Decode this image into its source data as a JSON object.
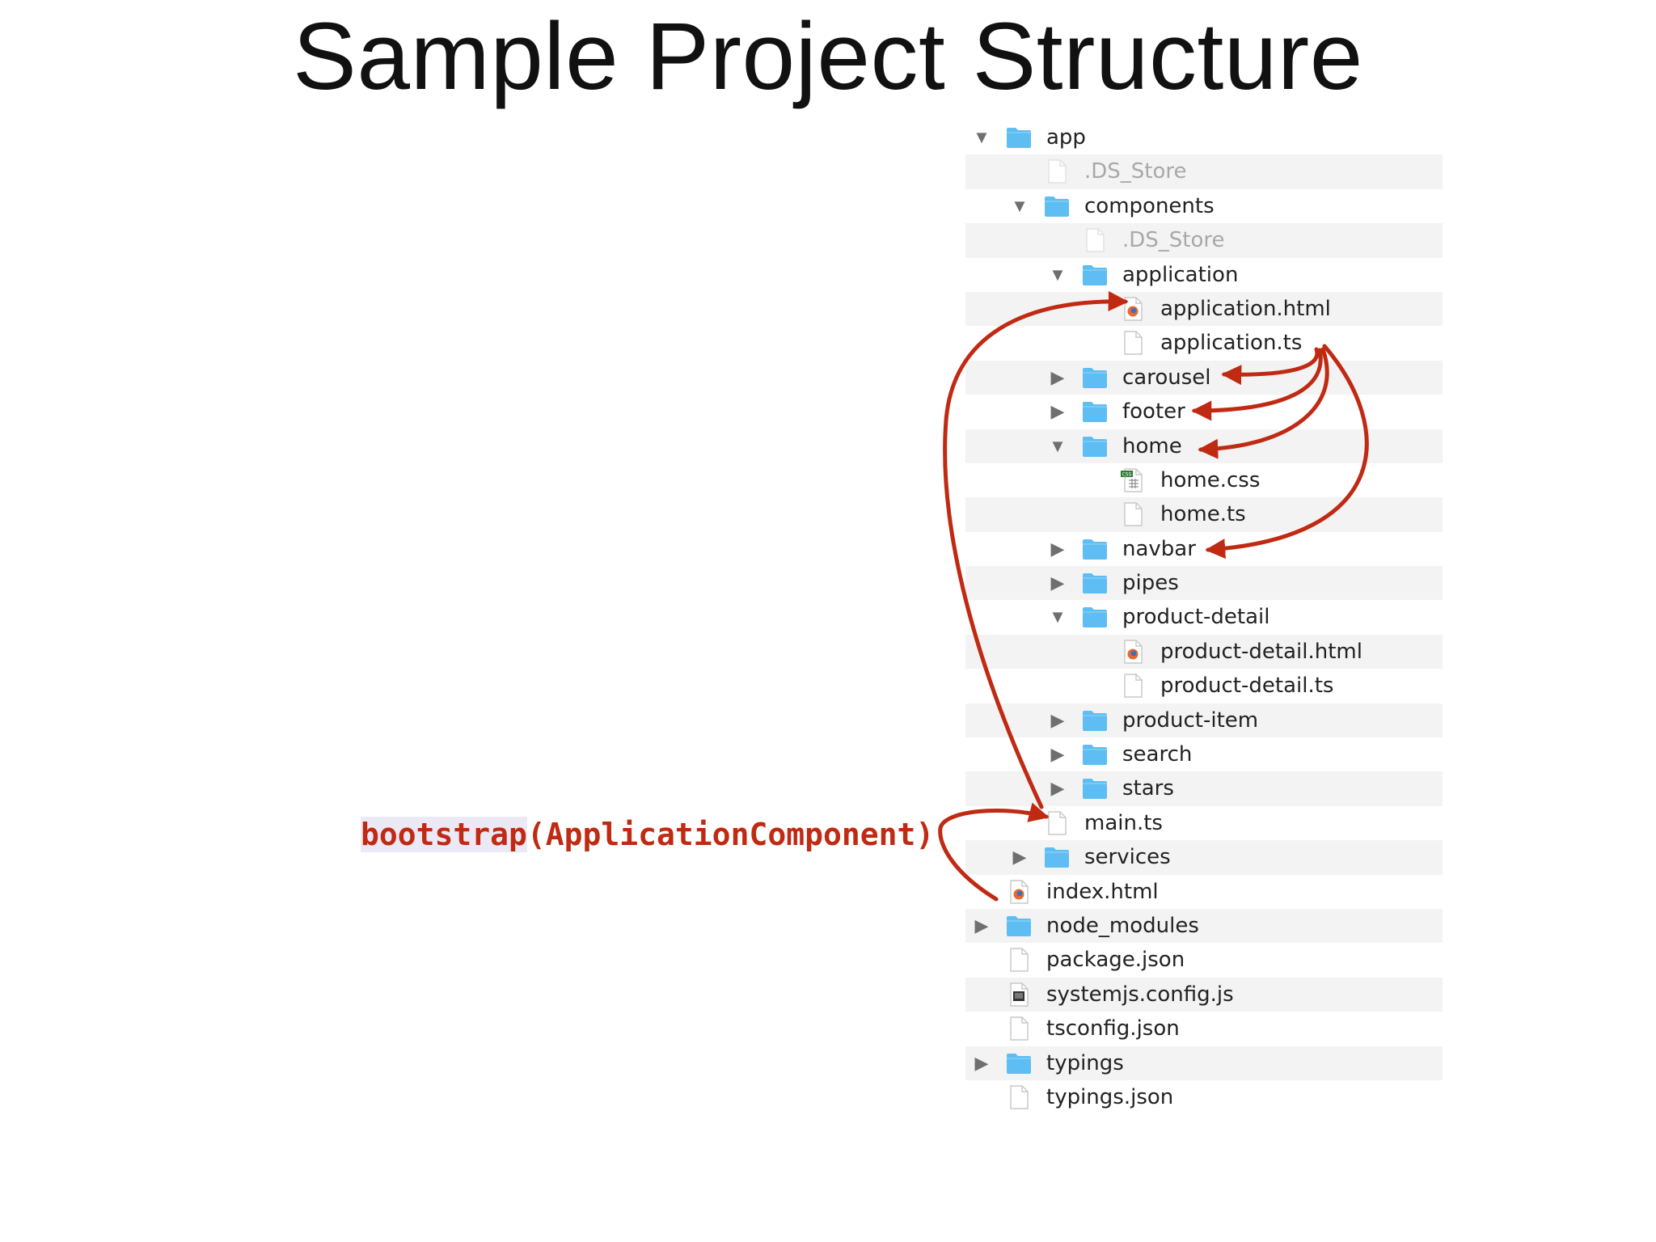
{
  "slide": {
    "title": "Sample Project Structure"
  },
  "annotation": {
    "keyword": "bootstrap",
    "args": "(ApplicationComponent)"
  },
  "colors": {
    "folder": "#5ebdf2",
    "arrow": "#c02a12",
    "stripe": "#f3f3f3",
    "ghost_text": "#a8a8a8"
  },
  "tree": [
    {
      "name": "app",
      "depth": 0,
      "kind": "folder",
      "state": "open"
    },
    {
      "name": ".DS_Store",
      "depth": 1,
      "kind": "file-hidden"
    },
    {
      "name": "components",
      "depth": 1,
      "kind": "folder",
      "state": "open"
    },
    {
      "name": ".DS_Store",
      "depth": 2,
      "kind": "file-hidden"
    },
    {
      "name": "application",
      "depth": 2,
      "kind": "folder",
      "state": "open"
    },
    {
      "name": "application.html",
      "depth": 3,
      "kind": "html"
    },
    {
      "name": "application.ts",
      "depth": 3,
      "kind": "file"
    },
    {
      "name": "carousel",
      "depth": 2,
      "kind": "folder",
      "state": "closed"
    },
    {
      "name": "footer",
      "depth": 2,
      "kind": "folder",
      "state": "closed"
    },
    {
      "name": "home",
      "depth": 2,
      "kind": "folder",
      "state": "open"
    },
    {
      "name": "home.css",
      "depth": 3,
      "kind": "css"
    },
    {
      "name": "home.ts",
      "depth": 3,
      "kind": "file"
    },
    {
      "name": "navbar",
      "depth": 2,
      "kind": "folder",
      "state": "closed"
    },
    {
      "name": "pipes",
      "depth": 2,
      "kind": "folder",
      "state": "closed"
    },
    {
      "name": "product-detail",
      "depth": 2,
      "kind": "folder",
      "state": "open"
    },
    {
      "name": "product-detail.html",
      "depth": 3,
      "kind": "html"
    },
    {
      "name": "product-detail.ts",
      "depth": 3,
      "kind": "file"
    },
    {
      "name": "product-item",
      "depth": 2,
      "kind": "folder",
      "state": "closed"
    },
    {
      "name": "search",
      "depth": 2,
      "kind": "folder",
      "state": "closed"
    },
    {
      "name": "stars",
      "depth": 2,
      "kind": "folder",
      "state": "closed"
    },
    {
      "name": "main.ts",
      "depth": 1,
      "kind": "file"
    },
    {
      "name": "services",
      "depth": 1,
      "kind": "folder",
      "state": "closed"
    },
    {
      "name": "index.html",
      "depth": 0,
      "kind": "html"
    },
    {
      "name": "node_modules",
      "depth": 0,
      "kind": "folder",
      "state": "closed"
    },
    {
      "name": "package.json",
      "depth": 0,
      "kind": "file"
    },
    {
      "name": "systemjs.config.js",
      "depth": 0,
      "kind": "js"
    },
    {
      "name": "tsconfig.json",
      "depth": 0,
      "kind": "file"
    },
    {
      "name": "typings",
      "depth": 0,
      "kind": "folder",
      "state": "closed"
    },
    {
      "name": "typings.json",
      "depth": 0,
      "kind": "file"
    }
  ]
}
